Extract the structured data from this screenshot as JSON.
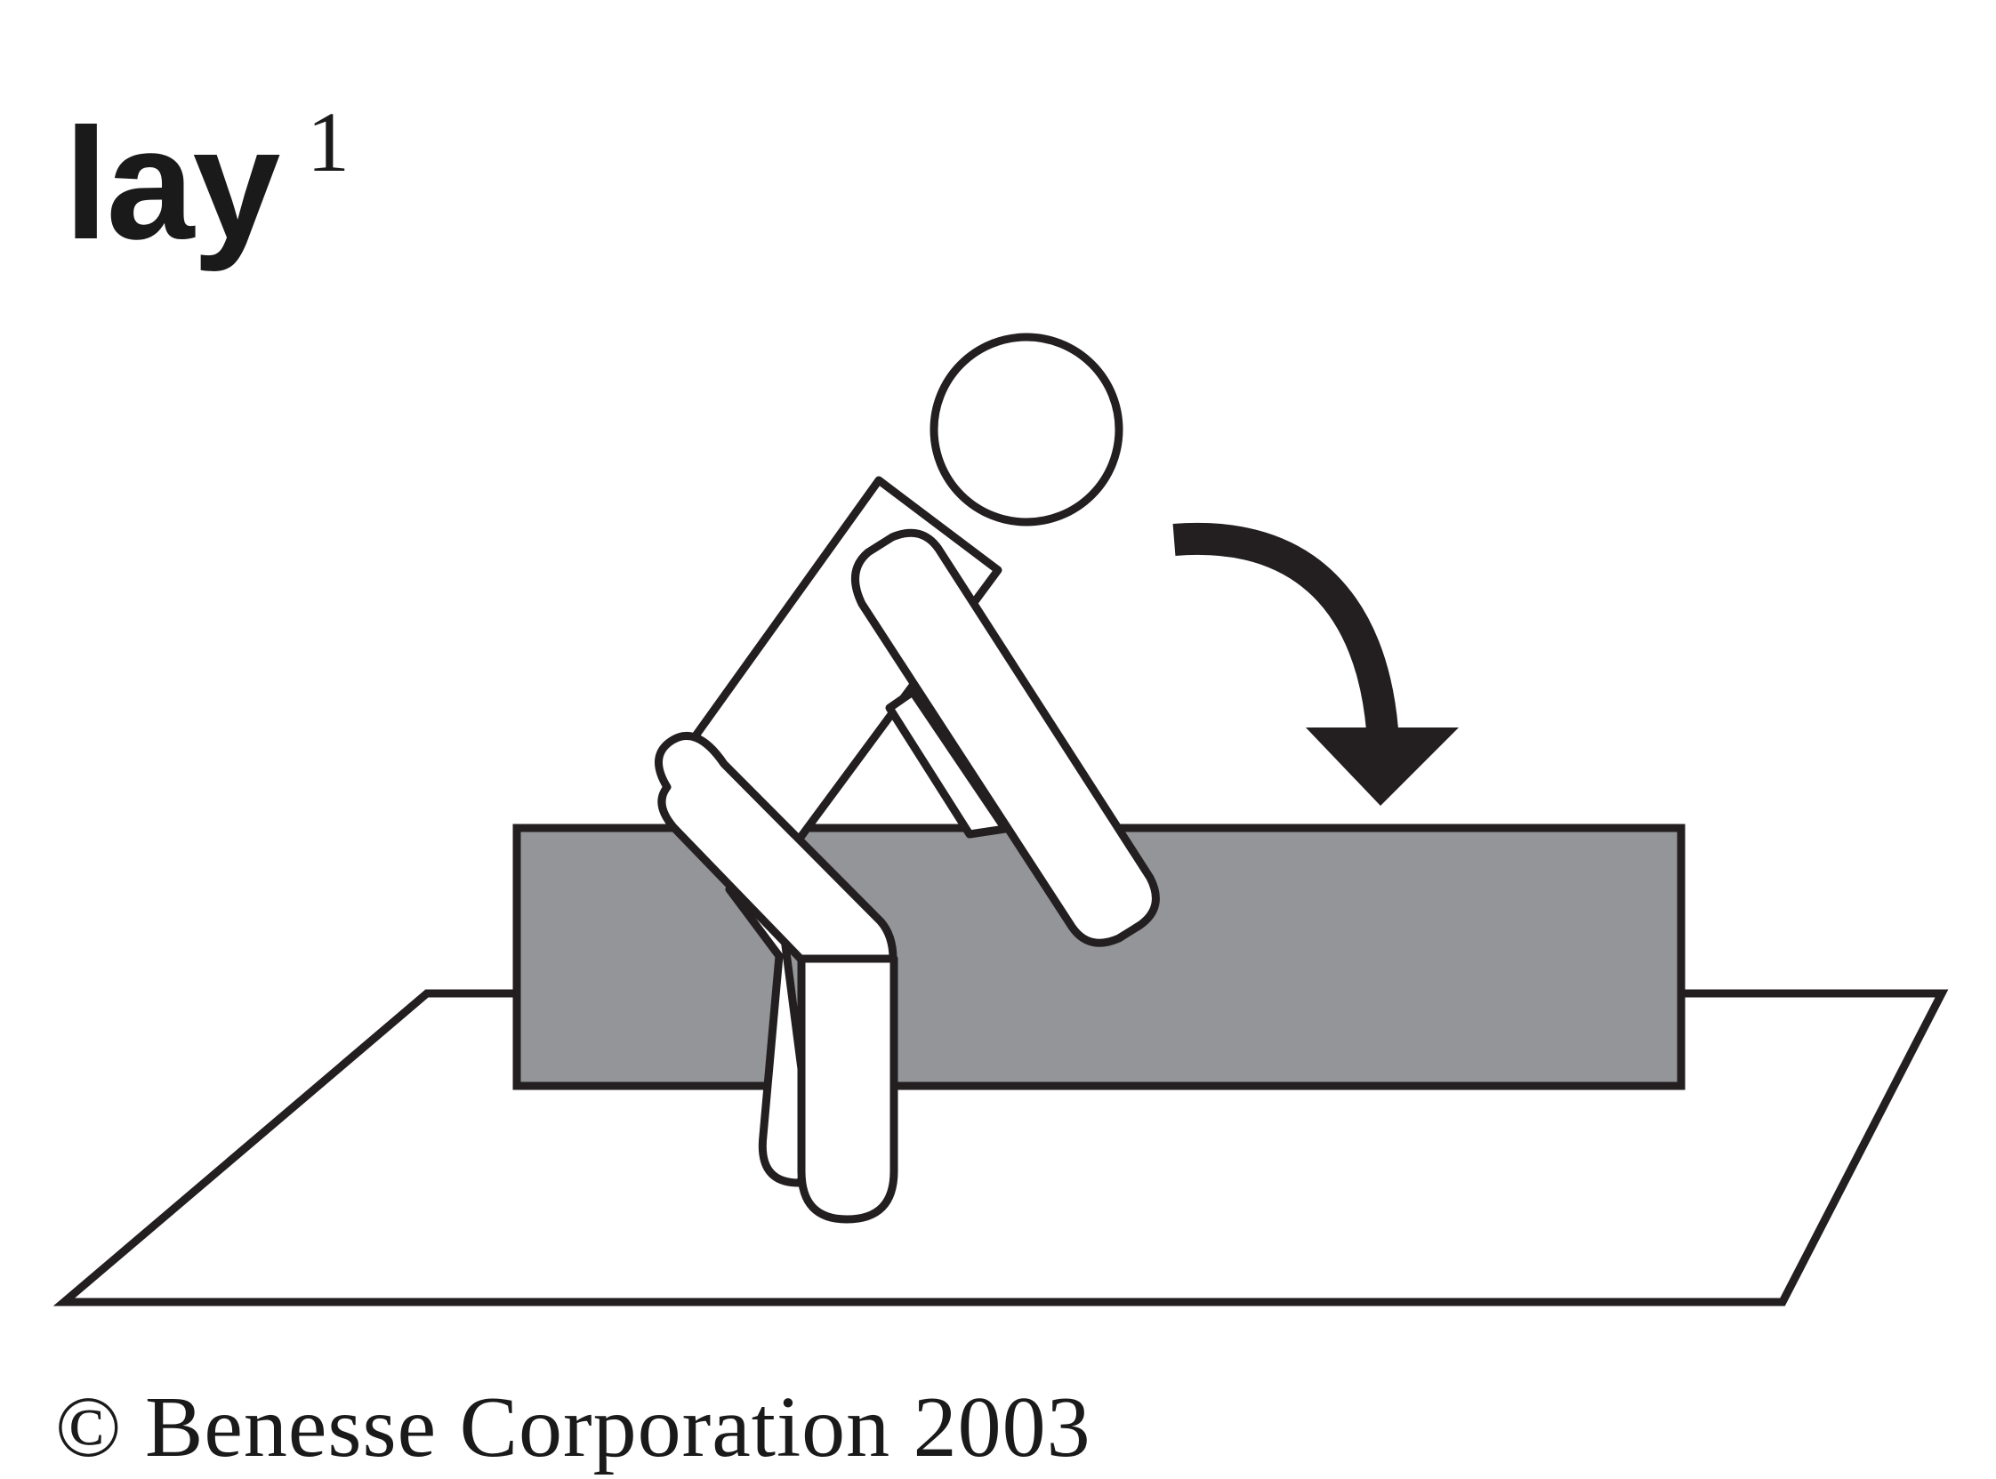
{
  "heading": {
    "word": "lay",
    "superscript": "1"
  },
  "footer": {
    "copyright": "© Benesse Corporation 2003"
  },
  "colors": {
    "outline": "#231f20",
    "box_fill": "#939598",
    "background": "#ffffff"
  },
  "icons": {
    "person": "person-lying-down-figure",
    "arrow": "curved-down-arrow"
  }
}
